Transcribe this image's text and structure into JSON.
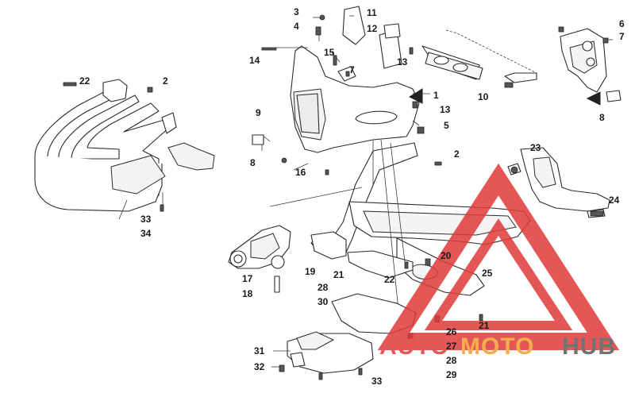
{
  "diagram": {
    "callouts": [
      {
        "id": "c1",
        "label": "1"
      },
      {
        "id": "c2a",
        "label": "2"
      },
      {
        "id": "c2b",
        "label": "2"
      },
      {
        "id": "c3",
        "label": "3"
      },
      {
        "id": "c4",
        "label": "4"
      },
      {
        "id": "c5",
        "label": "5"
      },
      {
        "id": "c6",
        "label": "6"
      },
      {
        "id": "c7a",
        "label": "7"
      },
      {
        "id": "c7b",
        "label": "7"
      },
      {
        "id": "c8a",
        "label": "8"
      },
      {
        "id": "c8b",
        "label": "8"
      },
      {
        "id": "c9",
        "label": "9"
      },
      {
        "id": "c10",
        "label": "10"
      },
      {
        "id": "c11",
        "label": "11"
      },
      {
        "id": "c12",
        "label": "12"
      },
      {
        "id": "c13a",
        "label": "13"
      },
      {
        "id": "c13b",
        "label": "13"
      },
      {
        "id": "c14",
        "label": "14"
      },
      {
        "id": "c15",
        "label": "15"
      },
      {
        "id": "c16",
        "label": "16"
      },
      {
        "id": "c17",
        "label": "17"
      },
      {
        "id": "c18",
        "label": "18"
      },
      {
        "id": "c19",
        "label": "19"
      },
      {
        "id": "c20",
        "label": "20"
      },
      {
        "id": "c21a",
        "label": "21"
      },
      {
        "id": "c21b",
        "label": "21"
      },
      {
        "id": "c22a",
        "label": "22"
      },
      {
        "id": "c22b",
        "label": "22"
      },
      {
        "id": "c23",
        "label": "23"
      },
      {
        "id": "c24",
        "label": "24"
      },
      {
        "id": "c25",
        "label": "25"
      },
      {
        "id": "c26",
        "label": "26"
      },
      {
        "id": "c27",
        "label": "27"
      },
      {
        "id": "c28a",
        "label": "28"
      },
      {
        "id": "c28b",
        "label": "28"
      },
      {
        "id": "c29",
        "label": "29"
      },
      {
        "id": "c30",
        "label": "30"
      },
      {
        "id": "c31",
        "label": "31"
      },
      {
        "id": "c32",
        "label": "32"
      },
      {
        "id": "c33a",
        "label": "33"
      },
      {
        "id": "c33b",
        "label": "33"
      },
      {
        "id": "c34",
        "label": "34"
      }
    ]
  },
  "watermark": {
    "part1": "AUTO",
    "part2": "MOTO",
    "part3": "HUB",
    "color_red": "#e03a3a",
    "color_orange": "#f0a030",
    "color_gray": "#5a5a5a"
  }
}
